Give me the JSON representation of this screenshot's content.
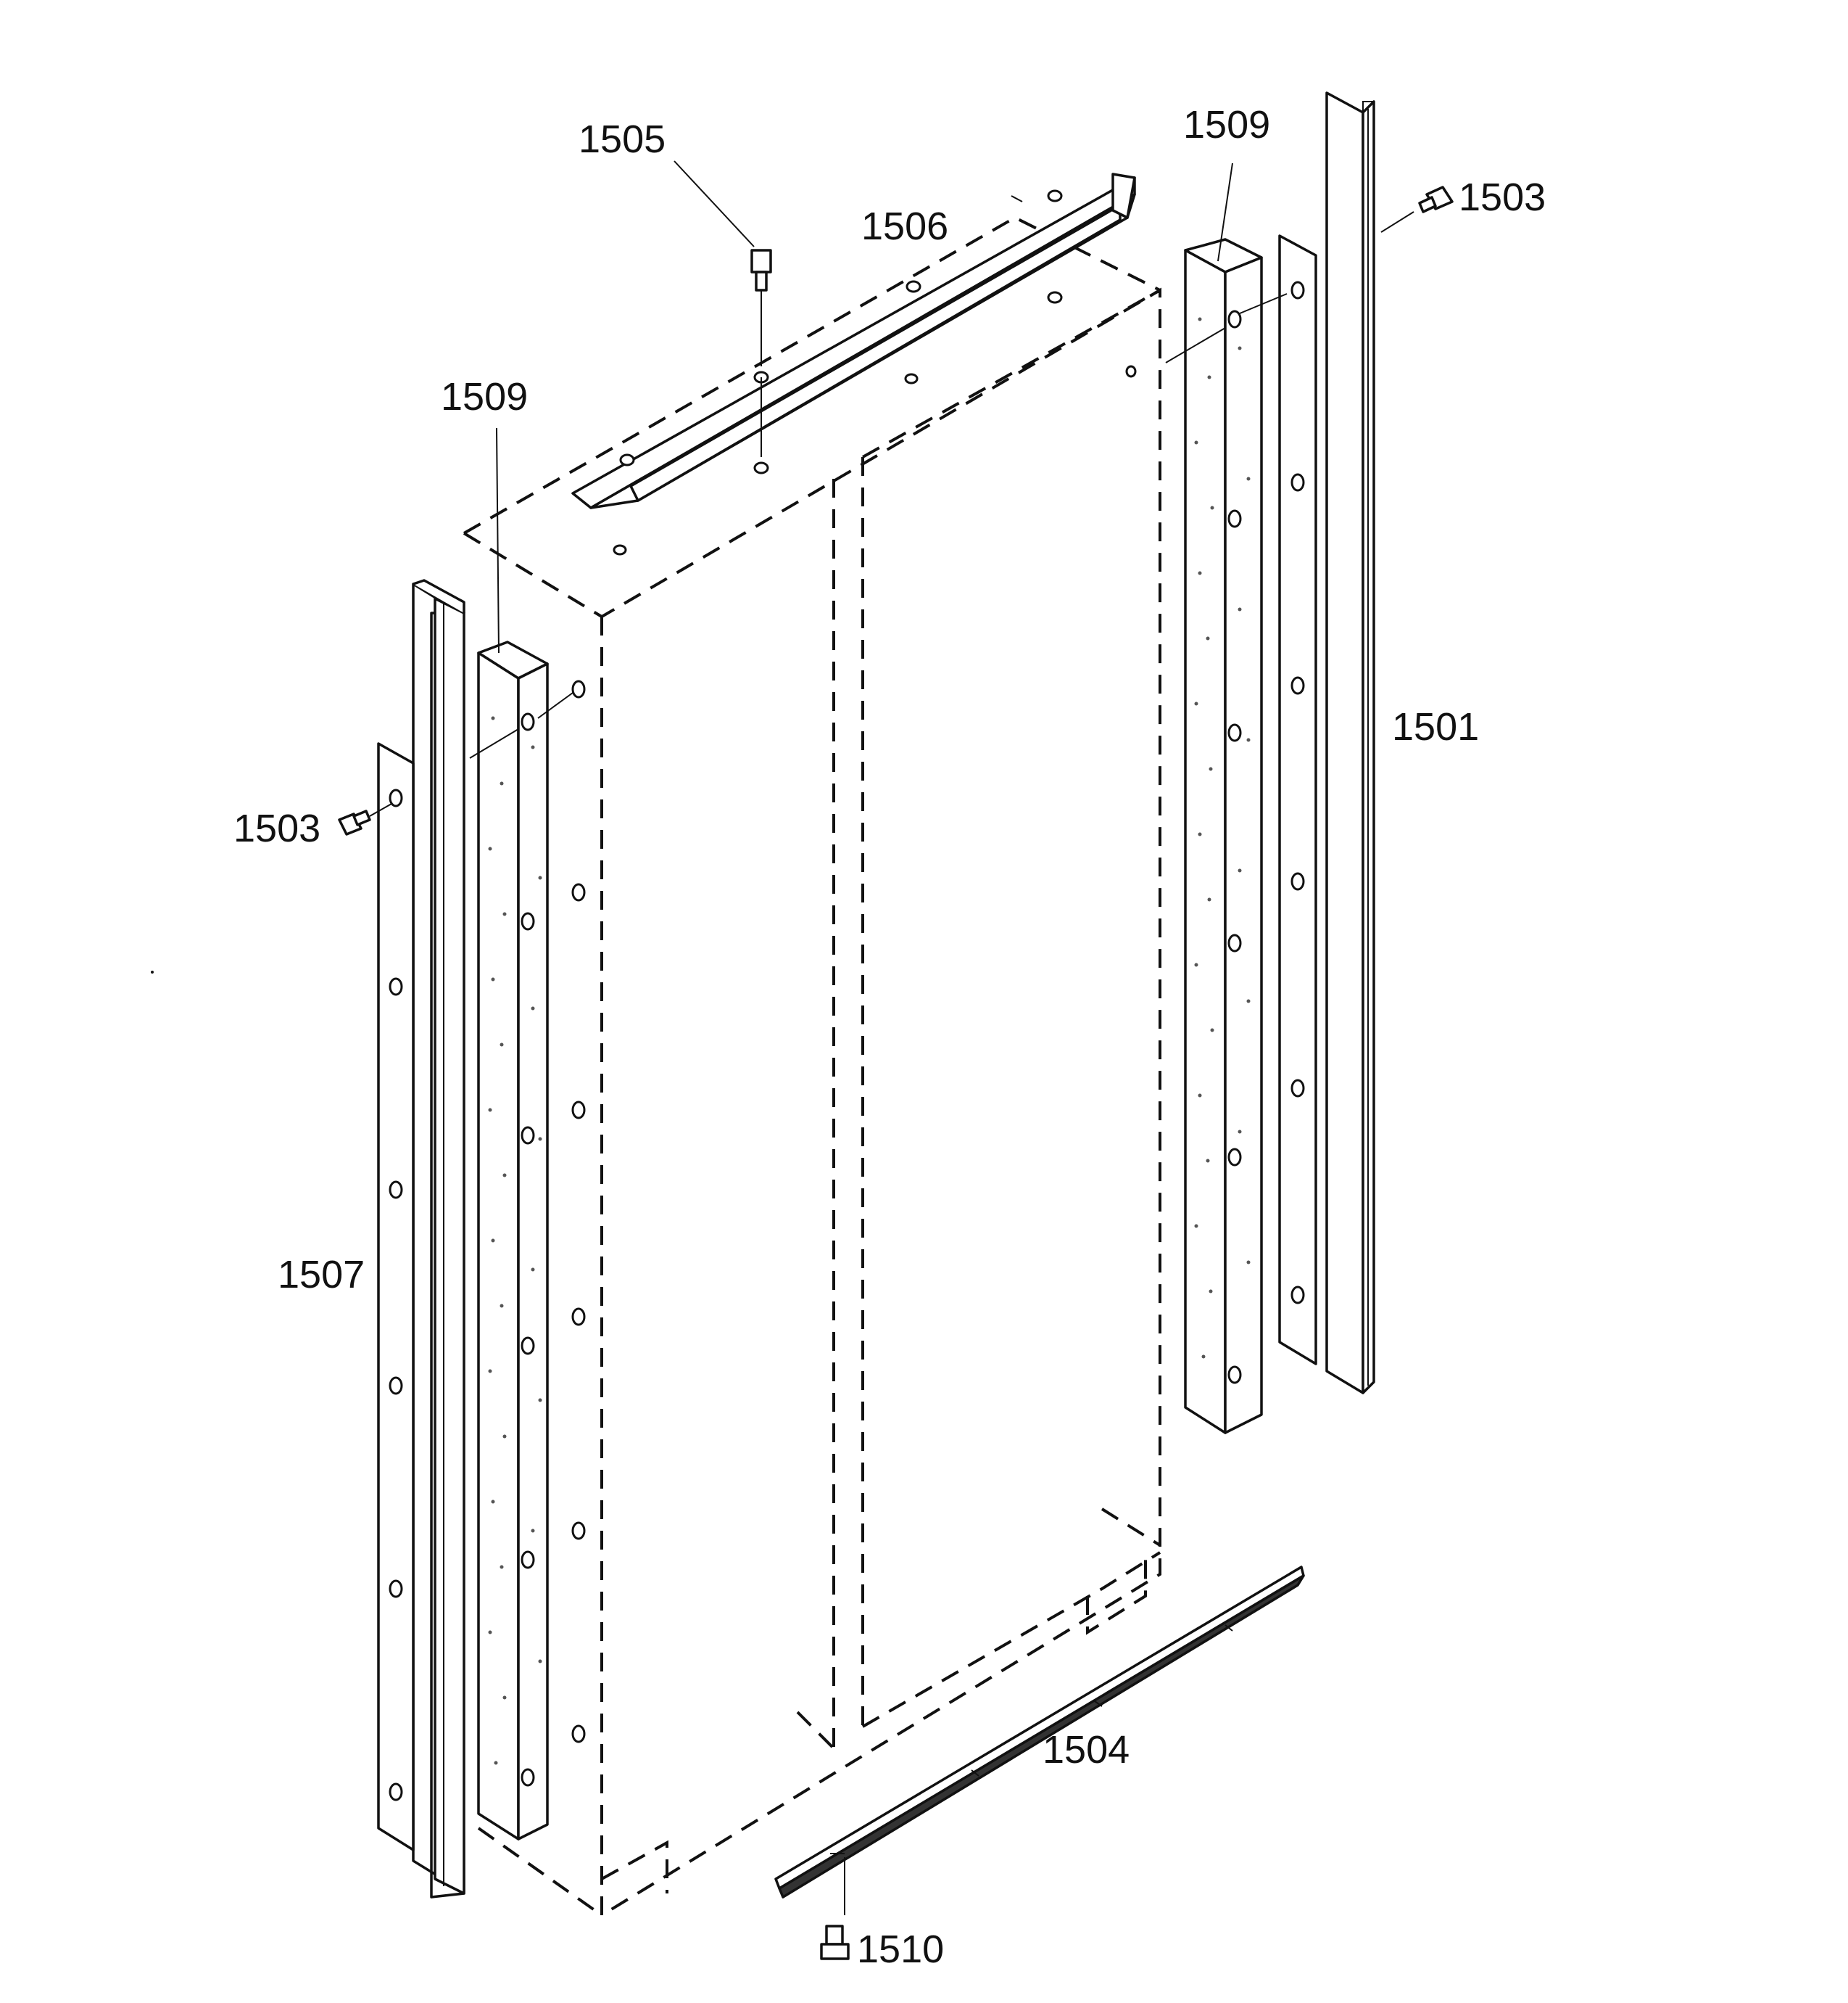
{
  "diagram": {
    "callouts": {
      "p1505": "1505",
      "p1506": "1506",
      "p1509_top": "1509",
      "p1503_right": "1503",
      "p1509_left": "1509",
      "p1501": "1501",
      "p1503_left": "1503",
      "p1507": "1507",
      "p1504": "1504",
      "p1510": "1510"
    }
  }
}
